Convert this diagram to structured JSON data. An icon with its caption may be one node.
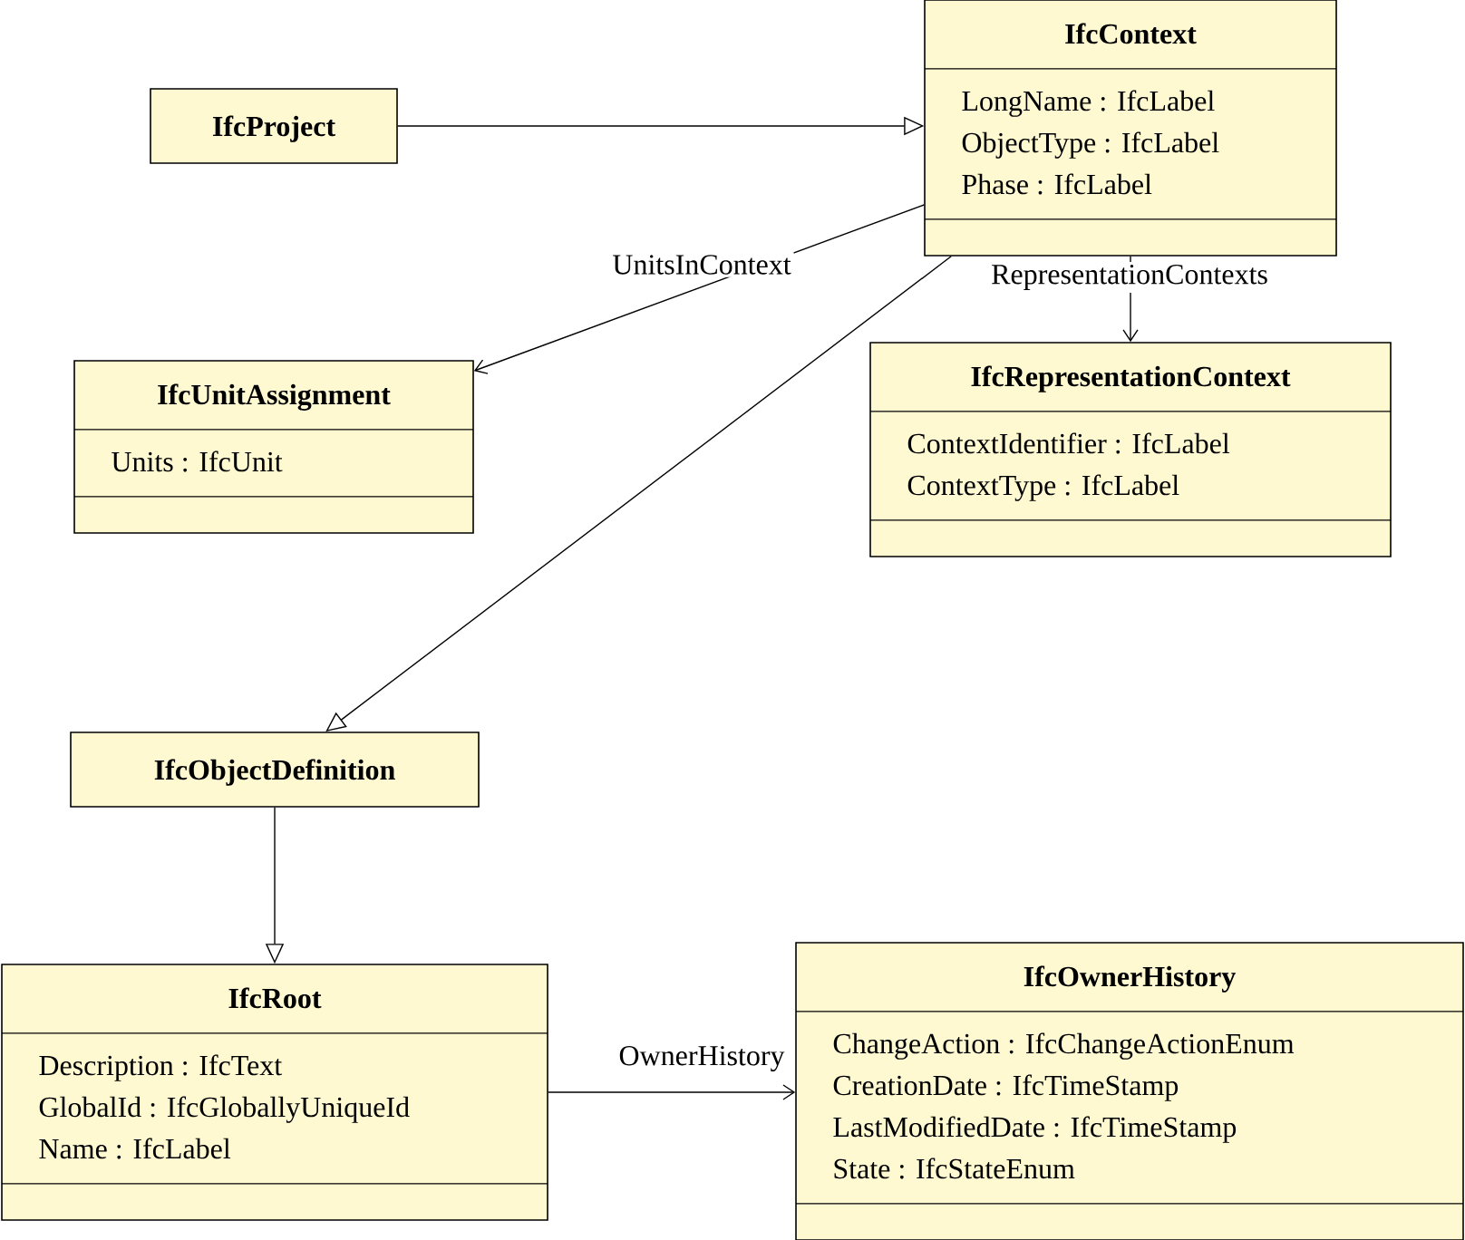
{
  "diagram": {
    "nodes": [
      {
        "text": [
          "IfcProject"
        ]
      },
      {
        "text": [
          "IfcContext",
          "LongName : IfcLabel",
          "ObjectType : IfcLabel",
          "Phase : IfcLabel"
        ]
      },
      {
        "text": [
          "IfcUnitAssignment",
          "Units : IfcUnit"
        ]
      },
      {
        "text": [
          "IfcRepresentationContext",
          "ContextIdentifier : IfcLabel",
          "ContextType : IfcLabel"
        ]
      },
      {
        "text": [
          "IfcObjectDefinition"
        ]
      },
      {
        "text": [
          "IfcRoot",
          "Description : IfcText",
          "GlobalId : IfcGloballyUniqueId",
          "Name : IfcLabel"
        ]
      },
      {
        "text": [
          "IfcOwnerHistory",
          "ChangeAction : IfcChangeActionEnum",
          "CreationDate : IfcTimeStamp",
          "LastModifiedDate : IfcTimeStamp",
          "State : IfcStateEnum"
        ]
      }
    ],
    "edges": [
      {
        "from": 0,
        "to": 1,
        "arrow": "to"
      },
      {
        "from": 1,
        "to": 2,
        "arrow": "to",
        "label": "UnitsInContext"
      },
      {
        "from": 1,
        "to": 3,
        "arrow": "to",
        "label": "RepresentationContexts"
      },
      {
        "from": 1,
        "to": 4,
        "arrow": "to"
      },
      {
        "from": 4,
        "to": 5,
        "arrow": "to"
      },
      {
        "from": 5,
        "to": 6,
        "arrow": "to",
        "label": "OwnerHistory"
      }
    ]
  }
}
